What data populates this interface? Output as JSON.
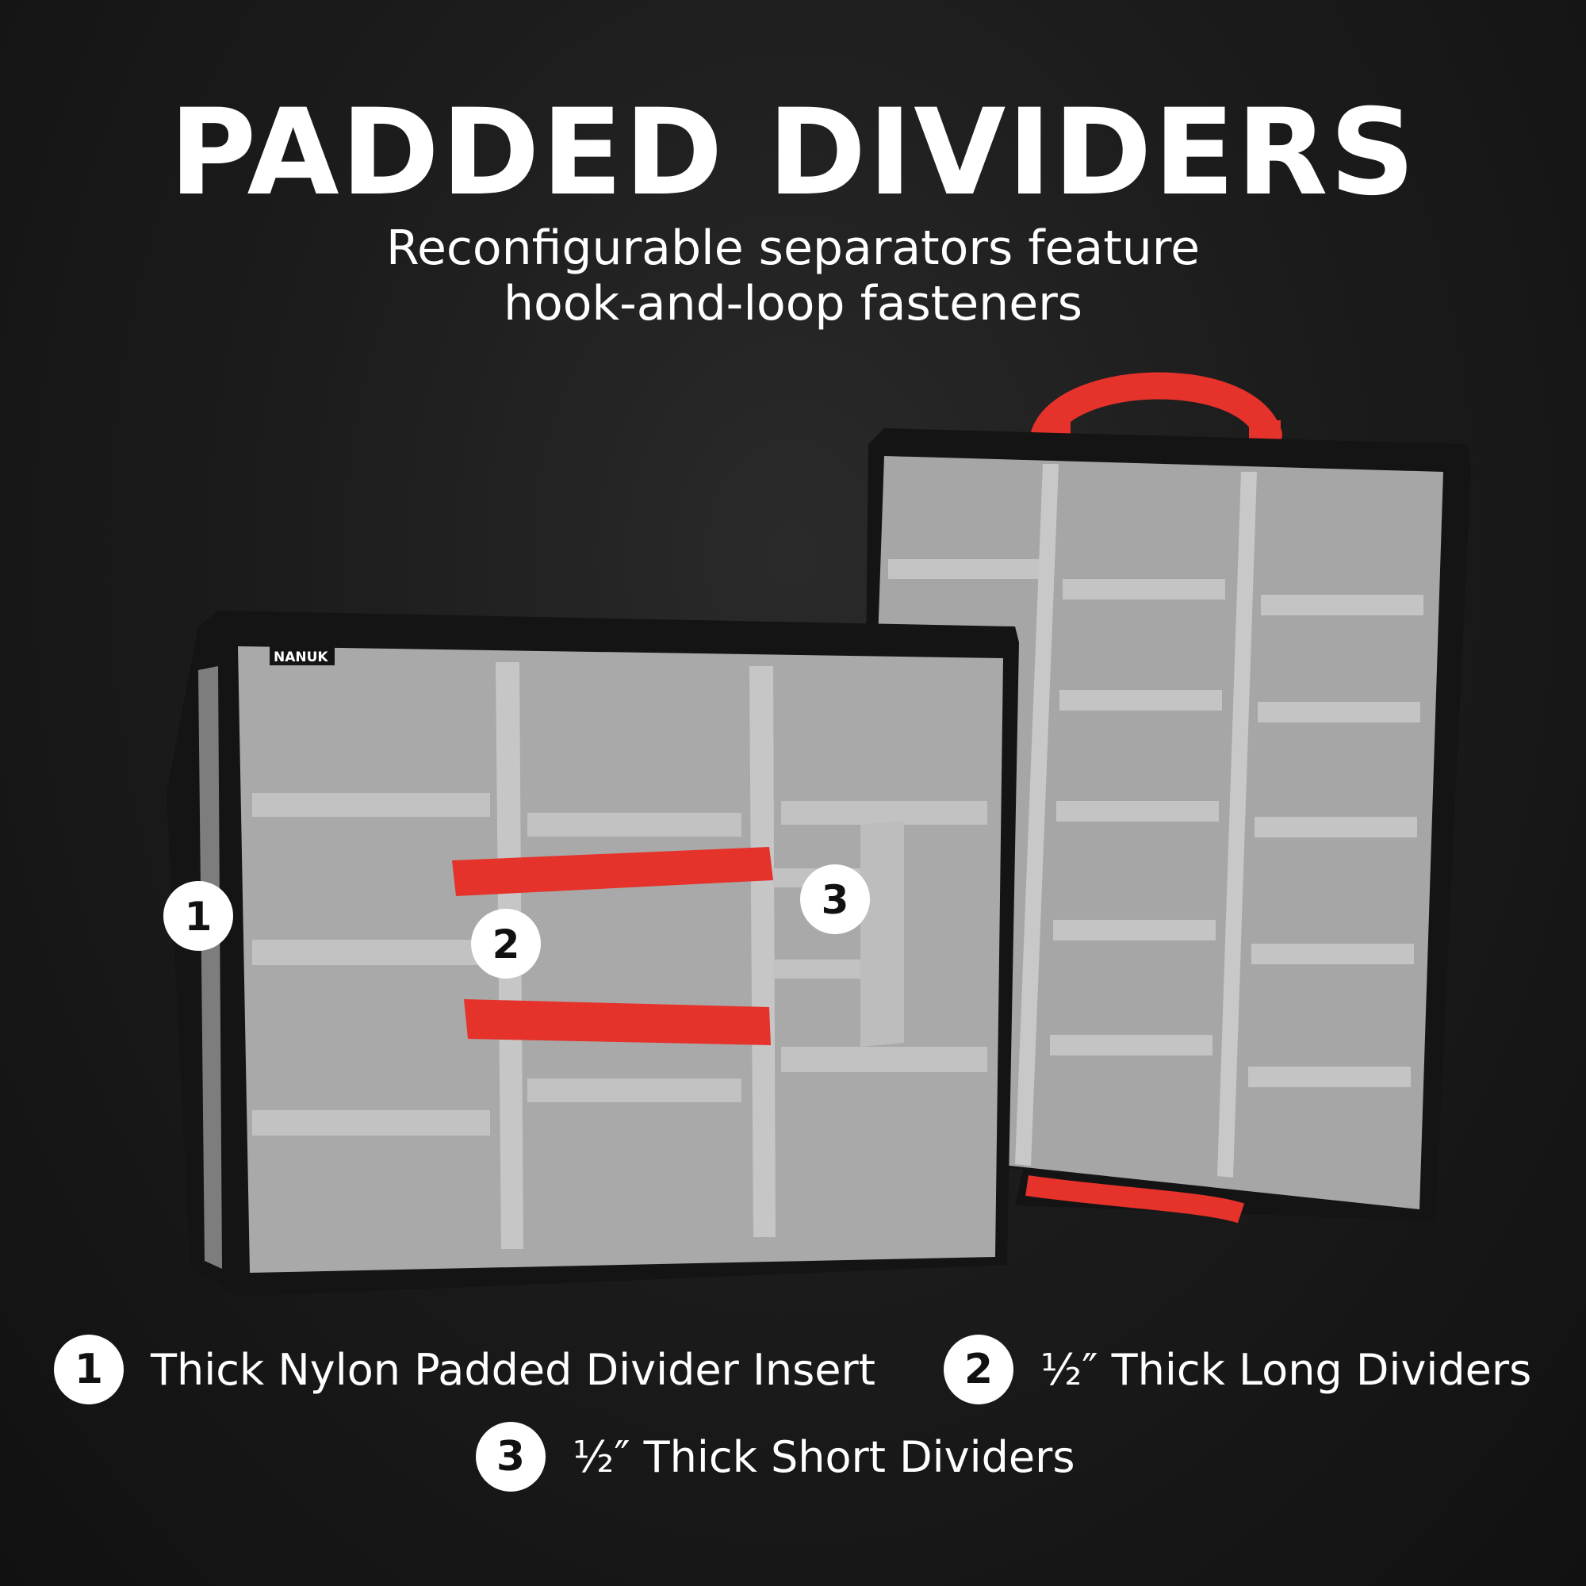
{
  "header": {
    "title": "PADDED DIVIDERS",
    "subtitle_line1": "Reconfigurable separators feature",
    "subtitle_line2": "hook-and-loop fasteners"
  },
  "product": {
    "brand_logo": "NANUK"
  },
  "markers": [
    {
      "number": "1"
    },
    {
      "number": "2"
    },
    {
      "number": "3"
    }
  ],
  "legend": [
    {
      "number": "1",
      "label": "Thick Nylon Padded Divider Insert"
    },
    {
      "number": "2",
      "label": "½″ Thick Long Dividers"
    },
    {
      "number": "3",
      "label": "½″ Thick Short Dividers"
    }
  ],
  "colors": {
    "background": "#1c1c1c",
    "case_frame": "#141414",
    "padding_gray": "#a9a9a9",
    "strap_red": "#e5322a",
    "text": "#ffffff"
  }
}
